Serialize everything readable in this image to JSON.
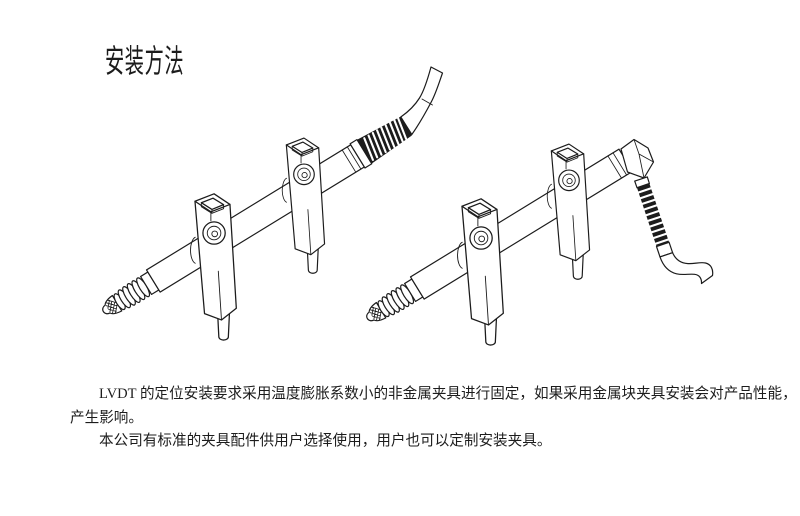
{
  "heading": {
    "text": "安装方法"
  },
  "body": {
    "lines": [
      {
        "text": "LVDT 的定位安装要求采用温度膨胀系数小的非金属夹具进行固定，如果采用金属块夹具安装会对产品性能，",
        "indent": true
      },
      {
        "text": "产生影响。",
        "indent": false
      },
      {
        "text": "本公司有标准的夹具配件供用户选择使用，用户也可以定制安装夹具。",
        "indent": true
      }
    ]
  },
  "diagram": {
    "figures": [
      {
        "name": "lvdt-sensor-inline-cable-exit",
        "parts": [
          "spring-probe-tip",
          "sensor-body",
          "mounting-clamp",
          "mounting-clamp",
          "corrugated-strain-relief",
          "cable"
        ]
      },
      {
        "name": "lvdt-sensor-elbow-cable-exit",
        "parts": [
          "spring-probe-tip",
          "sensor-body",
          "mounting-clamp",
          "mounting-clamp",
          "elbow-fitting",
          "corrugated-conduit",
          "cable"
        ]
      }
    ]
  },
  "colors": {
    "ink": "#1c1c1c",
    "background": "#ffffff"
  }
}
